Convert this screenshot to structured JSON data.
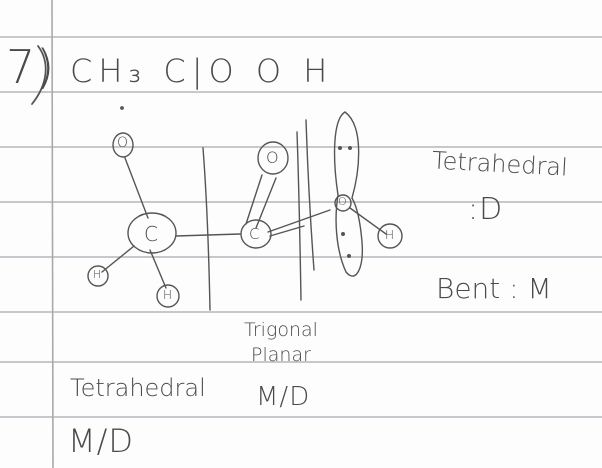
{
  "problem_number": "7)",
  "formula": "CH₃ C|O O H",
  "atoms": {
    "o_top_left": "O",
    "c_left": "C",
    "h_left": "H",
    "h_bottom": "H",
    "c_mid": "C",
    "o_double": "O",
    "o_right": "O",
    "h_right": "H"
  },
  "labels": {
    "tetrahedral_right": "Tetrahedral",
    "tetrahedral_right_result": ":D",
    "bent_result": "Bent : M",
    "trigonal_planar": "Trigonal Planar",
    "trigonal_planar_result": "M/D",
    "tetrahedral_left": "Tetrahedral",
    "tetrahedral_left_result": "M/D"
  },
  "colors": {
    "ruled_line": "#9aa0a8",
    "margin_line": "#a7a7a7",
    "ink": "#4a4a4a"
  }
}
